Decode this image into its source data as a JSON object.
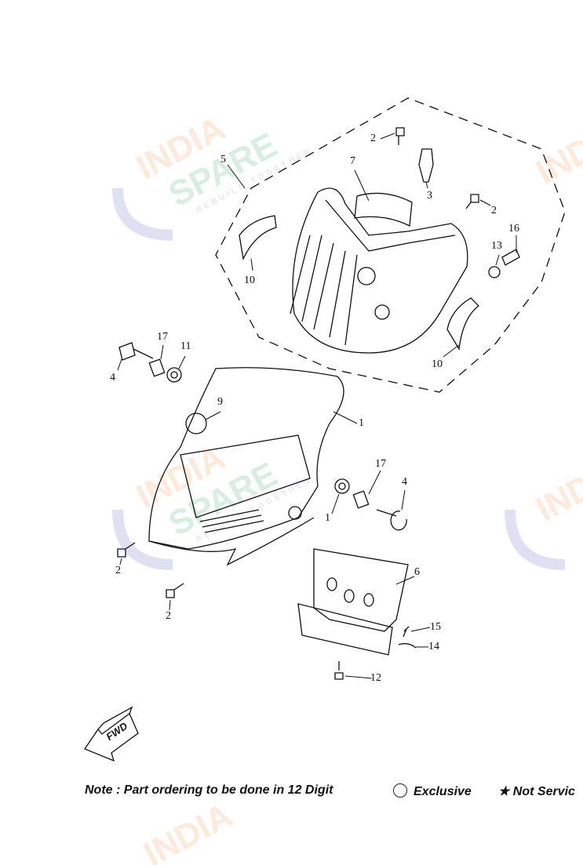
{
  "watermark": {
    "line1": "INDIA",
    "line2": "SPARE",
    "tagline": "REBUILD TOGETHER"
  },
  "callouts": [
    "2",
    "3",
    "5",
    "7",
    "2",
    "16",
    "13",
    "10",
    "10",
    "17",
    "11",
    "4",
    "9",
    "1",
    "17",
    "4",
    "1",
    "2",
    "6",
    "2",
    "15",
    "14",
    "12"
  ],
  "fwd_label": "FWD",
  "legend": {
    "note": "Note : Part ordering to be done in 12 Digit",
    "exclusive": "Exclusive",
    "not_serviceable": "★ Not Servic"
  },
  "colors": {
    "line": "#111111",
    "wm_orange": "#f4a35c",
    "wm_green": "#4fb383",
    "wm_blue": "#8a8fc8"
  }
}
